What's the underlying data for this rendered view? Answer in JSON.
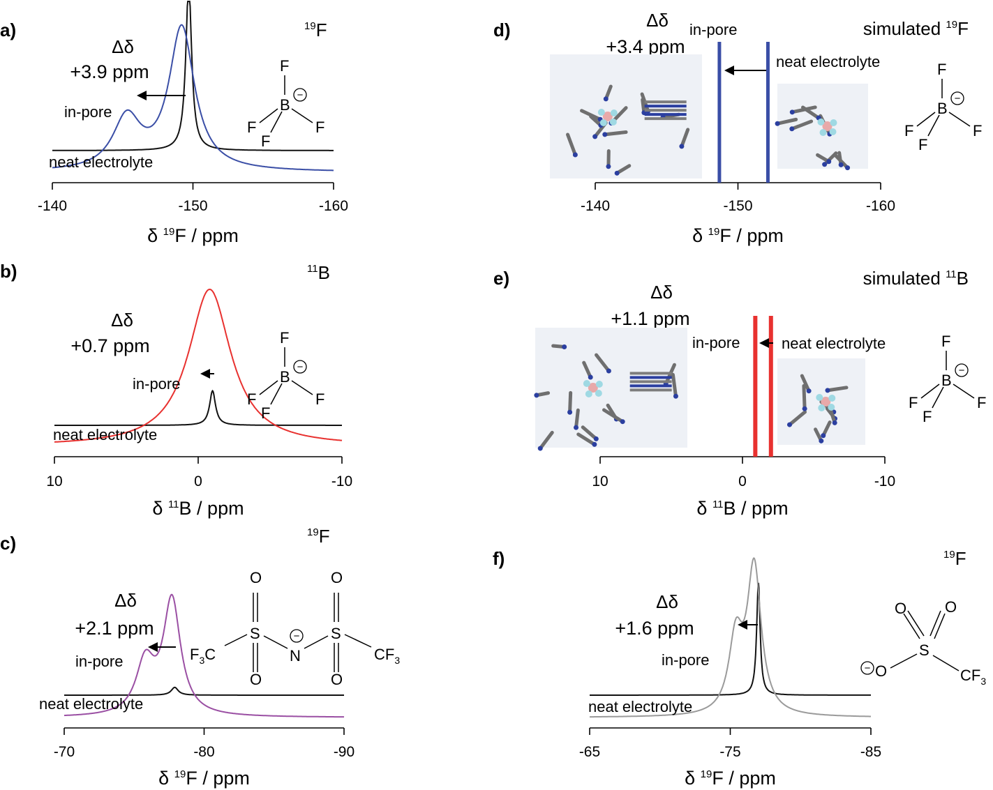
{
  "panels": [
    {
      "id": "a",
      "label": "a)",
      "type": "spectrum",
      "nucleus": {
        "sup": "19",
        "sym": "F"
      },
      "xlabel": {
        "pre": "δ ",
        "sup": "19",
        "sym": "F",
        "unit": " / ppm"
      },
      "x_ticks": [
        "-140",
        "-150",
        "-160"
      ],
      "delta_symbol": "Δδ",
      "shift": "+3.9 ppm",
      "labels": {
        "in_pore": "in-pore",
        "neat": "neat electrolyte"
      },
      "molecule": "BF4"
    },
    {
      "id": "b",
      "label": "b)",
      "type": "spectrum",
      "nucleus": {
        "sup": "11",
        "sym": "B"
      },
      "xlabel": {
        "pre": "δ ",
        "sup": "11",
        "sym": "B",
        "unit": " / ppm"
      },
      "x_ticks": [
        "10",
        "0",
        "-10"
      ],
      "delta_symbol": "Δδ",
      "shift": "+0.7 ppm",
      "labels": {
        "in_pore": "in-pore",
        "neat": "neat electrolyte"
      },
      "molecule": "BF4"
    },
    {
      "id": "c",
      "label": "c)",
      "type": "spectrum",
      "nucleus": {
        "sup": "19",
        "sym": "F"
      },
      "xlabel": {
        "pre": "δ ",
        "sup": "19",
        "sym": "F",
        "unit": " / ppm"
      },
      "x_ticks": [
        "-70",
        "-80",
        "-90"
      ],
      "delta_symbol": "Δδ",
      "shift": "+2.1 ppm",
      "labels": {
        "in_pore": "in-pore",
        "neat": "neat electrolyte"
      },
      "molecule": "TFSI"
    },
    {
      "id": "d",
      "label": "d)",
      "type": "simulated",
      "title": {
        "text": "simulated ",
        "sup": "19",
        "sym": "F"
      },
      "xlabel": {
        "pre": "δ ",
        "sup": "19",
        "sym": "F",
        "unit": " / ppm"
      },
      "x_ticks": [
        "-140",
        "-150",
        "-160"
      ],
      "delta_symbol": "Δδ",
      "shift": "+3.4 ppm",
      "labels": {
        "in_pore": "in-pore",
        "neat": "neat electrolyte"
      },
      "molecule": "BF4"
    },
    {
      "id": "e",
      "label": "e)",
      "type": "simulated",
      "title": {
        "text": "simulated ",
        "sup": "11",
        "sym": "B"
      },
      "xlabel": {
        "pre": "δ ",
        "sup": "11",
        "sym": "B",
        "unit": " / ppm"
      },
      "x_ticks": [
        "10",
        "0",
        "-10"
      ],
      "delta_symbol": "Δδ",
      "shift": "+1.1 ppm",
      "labels": {
        "in_pore": "in-pore",
        "neat": "neat electrolyte"
      },
      "molecule": "BF4"
    },
    {
      "id": "f",
      "label": "f)",
      "type": "spectrum",
      "nucleus": {
        "sup": "19",
        "sym": "F"
      },
      "xlabel": {
        "pre": "δ ",
        "sup": "19",
        "sym": "F",
        "unit": " / ppm"
      },
      "x_ticks": [
        "-65",
        "-75",
        "-85"
      ],
      "delta_symbol": "Δδ",
      "shift": "+1.6 ppm",
      "labels": {
        "in_pore": "in-pore",
        "neat": "neat electrolyte"
      },
      "molecule": "OTf"
    }
  ],
  "atoms": {
    "F": "F",
    "B": "B",
    "O": "O",
    "S": "S",
    "N": "N",
    "C": "C",
    "F3": "3",
    "minus": "−"
  },
  "chart_data": [
    {
      "panel": "a",
      "type": "line",
      "xlim": [
        -140,
        -160
      ],
      "x_ticks": [
        -140,
        -150,
        -160
      ],
      "xlabel": "δ 19F / ppm",
      "series": [
        {
          "name": "in-pore",
          "color": "#3a4ea6",
          "peaks": [
            {
              "x": -145.3,
              "height": 0.36,
              "width": 1.2
            },
            {
              "x": -149.2,
              "height": 1.0,
              "width": 1.1
            }
          ]
        },
        {
          "name": "neat electrolyte",
          "color": "#111111",
          "peaks": [
            {
              "x": -149.7,
              "height": 1.0,
              "width": 0.25
            }
          ]
        }
      ],
      "annotation": "Δδ +3.9 ppm"
    },
    {
      "panel": "b",
      "type": "line",
      "xlim": [
        10,
        -10
      ],
      "x_ticks": [
        10,
        0,
        -10
      ],
      "xlabel": "δ 11B / ppm",
      "series": [
        {
          "name": "in-pore",
          "color": "#e8312f",
          "peaks": [
            {
              "x": -0.8,
              "height": 1.0,
              "width": 1.8
            }
          ]
        },
        {
          "name": "neat electrolyte",
          "color": "#111111",
          "peaks": [
            {
              "x": -1.0,
              "height": 0.55,
              "width": 0.25
            }
          ]
        }
      ],
      "annotation": "Δδ +0.7 ppm"
    },
    {
      "panel": "c",
      "type": "line",
      "xlim": [
        -70,
        -90
      ],
      "x_ticks": [
        -70,
        -80,
        -90
      ],
      "xlabel": "δ 19F / ppm",
      "series": [
        {
          "name": "in-pore",
          "color": "#9a4fa3",
          "peaks": [
            {
              "x": -75.8,
              "height": 0.45,
              "width": 0.8
            },
            {
              "x": -77.7,
              "height": 1.0,
              "width": 0.75
            }
          ]
        },
        {
          "name": "neat electrolyte",
          "color": "#111111",
          "peaks": [
            {
              "x": -77.9,
              "height": 0.35,
              "width": 0.3
            }
          ]
        }
      ],
      "annotation": "Δδ +2.1 ppm"
    },
    {
      "panel": "d",
      "type": "line",
      "xlim": [
        -140,
        -160
      ],
      "x_ticks": [
        -140,
        -150,
        -160
      ],
      "xlabel": "δ 19F / ppm",
      "series": [
        {
          "name": "in-pore",
          "color": "#3a4ea6",
          "lines": [
            -148.7
          ]
        },
        {
          "name": "neat electrolyte",
          "color": "#3a4ea6",
          "lines": [
            -152.1
          ]
        }
      ],
      "annotation": "Δδ +3.4 ppm"
    },
    {
      "panel": "e",
      "type": "line",
      "xlim": [
        10,
        -10
      ],
      "x_ticks": [
        10,
        0,
        -10
      ],
      "xlabel": "δ 11B / ppm",
      "series": [
        {
          "name": "in-pore",
          "color": "#e8312f",
          "lines": [
            -0.9
          ]
        },
        {
          "name": "neat electrolyte",
          "color": "#e8312f",
          "lines": [
            -2.0
          ]
        }
      ],
      "annotation": "Δδ +1.1 ppm"
    },
    {
      "panel": "f",
      "type": "line",
      "xlim": [
        -65,
        -85
      ],
      "x_ticks": [
        -65,
        -75,
        -85
      ],
      "xlabel": "δ 19F / ppm",
      "series": [
        {
          "name": "in-pore",
          "color": "#9a9a9a",
          "peaks": [
            {
              "x": -75.4,
              "height": 0.5,
              "width": 0.6
            },
            {
              "x": -76.7,
              "height": 1.0,
              "width": 0.6
            }
          ]
        },
        {
          "name": "neat electrolyte",
          "color": "#111111",
          "peaks": [
            {
              "x": -77.0,
              "height": 0.75,
              "width": 0.15
            }
          ]
        }
      ],
      "annotation": "Δδ +1.6 ppm"
    }
  ]
}
